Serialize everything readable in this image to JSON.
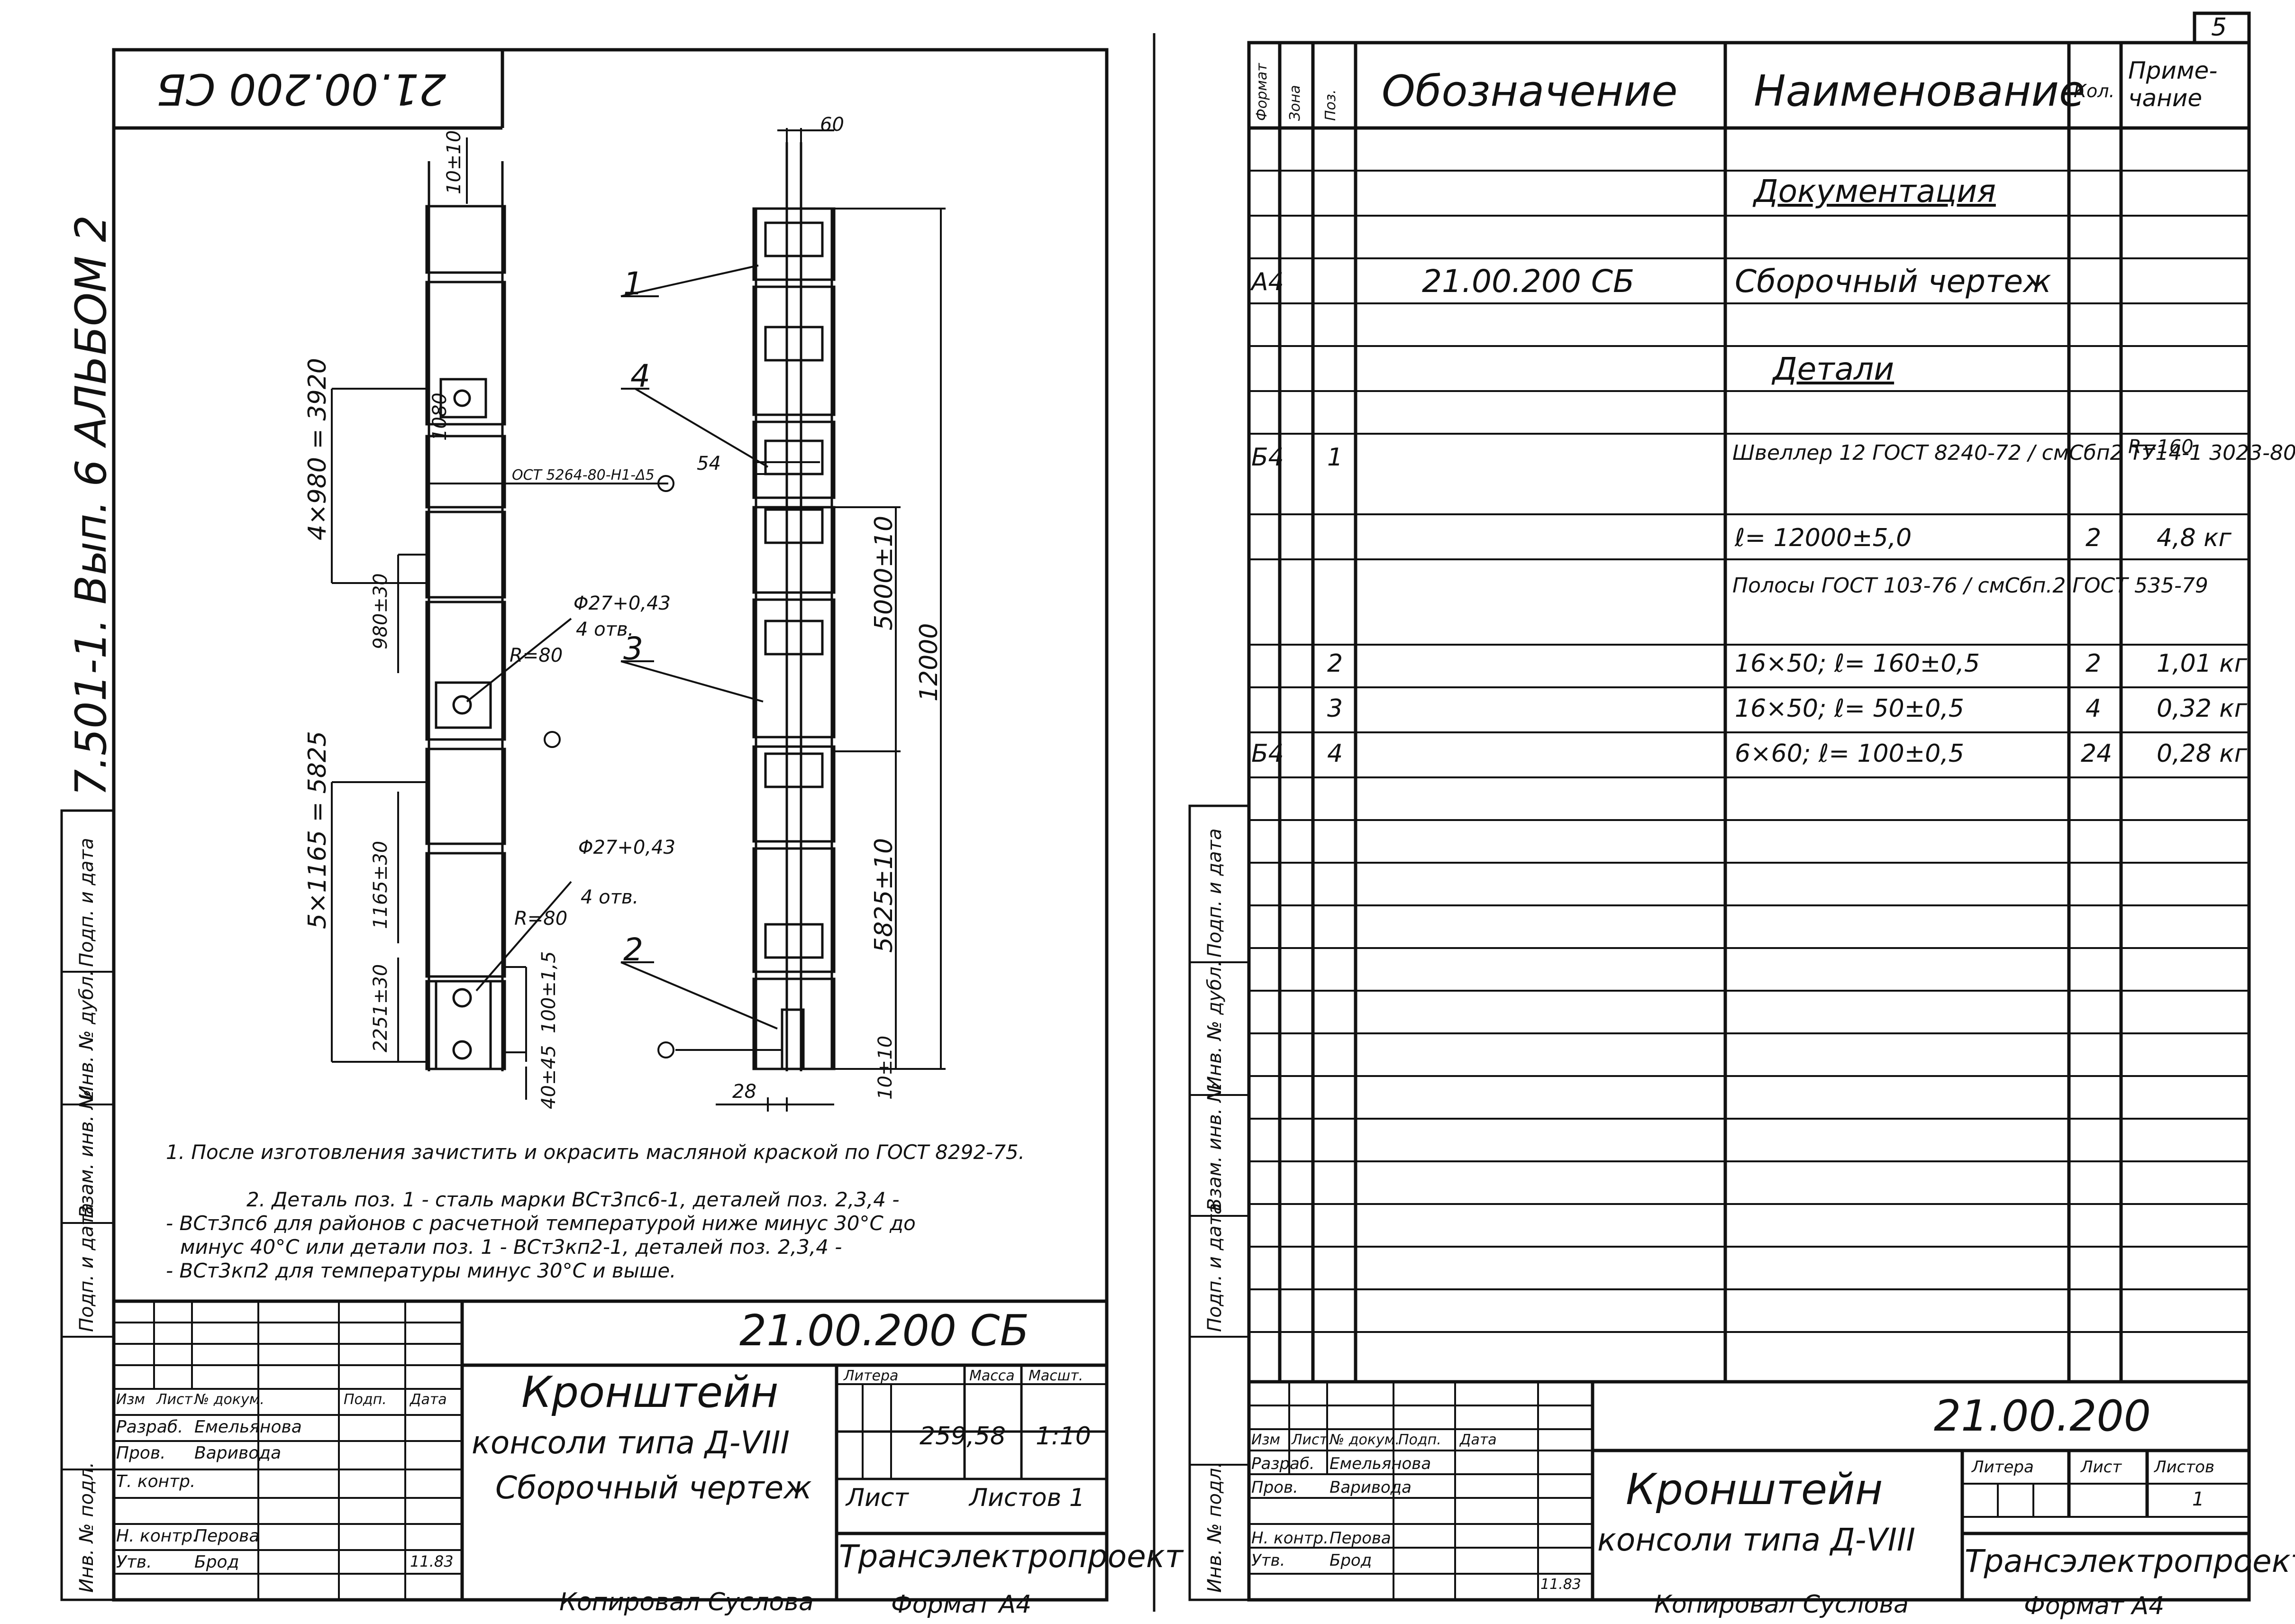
{
  "page_number": "5",
  "left_sheet": {
    "corner_stamp": "21.00.200 СБ",
    "side_title": "7.501-1. Вып. 6  АЛЬБОМ 2",
    "side_fields": [
      "Подп. и дата",
      "Инв. № дубл.",
      "Взам. инв. №",
      "Подп. и дата",
      "Инв. № подл."
    ],
    "dims": {
      "top_gap": "10±10",
      "spacing_4x": "4×980 = 3920",
      "d_1080": "1080",
      "d_980": "980±30",
      "spacing_5x": "5×1165 = 5825",
      "d_1165": "1165±30",
      "d_2251": "2251±30",
      "d_100": "100±1,5",
      "d_40": "40±45",
      "width_60": "60",
      "d_5000": "5000±10",
      "d_12000": "12000",
      "d_5825": "5825±10",
      "d_10": "10±10",
      "d_28": "28",
      "hole1": "Φ27+0,43",
      "hole1_count": "4 отв.",
      "hole2": "Φ27+0,43",
      "hole2_count": "4 отв.",
      "r1": "R=80",
      "r2": "R=80",
      "ost": "ОСТ 5264-80-Н1-Δ5",
      "weld": "54"
    },
    "positions": [
      "1",
      "4",
      "3",
      "2"
    ],
    "notes": [
      "1. После изготовления зачистить и окрасить масляной краской по ГОСТ 8292-75.",
      "2. Деталь поз. 1 - сталь марки ВСт3пс6-1, деталей поз. 2,3,4 -",
      "- ВСт3пс6 для районов с расчетной температурой ниже минус 30°С до",
      "минус 40°С или детали поз. 1 - ВСт3кп2-1, деталей поз. 2,3,4 -",
      "- ВСт3кп2 для температуры минус 30°С и выше."
    ],
    "title_block": {
      "doc_code": "21.00.200 СБ",
      "title_line1": "Кронштейн",
      "title_line2": "консоли типа Д-VIII",
      "title_line3": "Сборочный чертеж",
      "headers": [
        "Изм",
        "Лист",
        "№ докум.",
        "Подп.",
        "Дата"
      ],
      "roles": [
        {
          "role": "Разраб.",
          "name": "Емельянова"
        },
        {
          "role": "Пров.",
          "name": "Варивода"
        },
        {
          "role": "Т. контр.",
          "name": ""
        },
        {
          "role": "Н. контр.",
          "name": "Перова"
        },
        {
          "role": "Утв.",
          "name": "Брод",
          "date": "11.83"
        }
      ],
      "litera_label": "Литера",
      "mass_label": "Масса",
      "scale_label": "Масшт.",
      "mass": "259,58",
      "scale": "1:10",
      "sheet_label": "Лист",
      "sheets_label": "Листов 1",
      "org": "Трансэлектропроект"
    },
    "footer_copied": "Копировал Суслова",
    "footer_format": "Формат А4"
  },
  "right_sheet": {
    "side_fields": [
      "Подп. и дата",
      "Инв. № дубл.",
      "Взам. инв. №",
      "Подп. и дата",
      "Инв. № подл."
    ],
    "spec_header": {
      "format": "Формат",
      "zone": "Зона",
      "pos": "Поз.",
      "designation": "Обозначение",
      "name": "Наименование",
      "qty": "Кол.",
      "note": "Приме-чание"
    },
    "rows": [
      {
        "format": "",
        "pos": "",
        "designation": "",
        "name": "Документация",
        "qty": "",
        "note": ""
      },
      {
        "format": "А4",
        "pos": "",
        "designation": "21.00.200 СБ",
        "name": "Сборочный чертеж",
        "qty": "",
        "note": ""
      },
      {
        "format": "",
        "pos": "",
        "designation": "",
        "name": "Детали",
        "qty": "",
        "note": ""
      },
      {
        "format": "Б4",
        "pos": "1",
        "designation": "",
        "name": "Швеллер 12 ГОСТ 8240-72 / смСбп2 ТУ14-1 3023-80",
        "qty": "",
        "note": "R=160"
      },
      {
        "format": "",
        "pos": "",
        "designation": "",
        "name": "ℓ= 12000±5,0",
        "qty": "2",
        "note": "4,8 кг"
      },
      {
        "format": "",
        "pos": "",
        "designation": "",
        "name": "Полосы ГОСТ 103-76 / смСбп.2 ГОСТ 535-79",
        "qty": "",
        "note": ""
      },
      {
        "format": "",
        "pos": "2",
        "designation": "",
        "name": "16×50; ℓ= 160±0,5",
        "qty": "2",
        "note": "1,01 кг"
      },
      {
        "format": "",
        "pos": "3",
        "designation": "",
        "name": "16×50; ℓ= 50±0,5",
        "qty": "4",
        "note": "0,32 кг"
      },
      {
        "format": "Б4",
        "pos": "4",
        "designation": "",
        "name": "6×60; ℓ= 100±0,5",
        "qty": "24",
        "note": "0,28 кг"
      }
    ],
    "title_block": {
      "doc_code": "21.00.200",
      "title_line1": "Кронштейн",
      "title_line2": "консоли типа Д-VIII",
      "headers": [
        "Изм",
        "Лист",
        "№ докум.",
        "Подп.",
        "Дата"
      ],
      "roles": [
        {
          "role": "Разраб.",
          "name": "Емельянова"
        },
        {
          "role": "Пров.",
          "name": "Варивода"
        },
        {
          "role": "Н. контр.",
          "name": "Перова"
        },
        {
          "role": "Утв.",
          "name": "Брод",
          "date": "11.83"
        }
      ],
      "litera_label": "Литера",
      "sheet_label": "Лист",
      "sheets_label": "Листов",
      "sheets": "1",
      "org": "Трансэлектропроект"
    },
    "footer_copied": "Копировал Суслова",
    "footer_format": "Формат А4"
  }
}
